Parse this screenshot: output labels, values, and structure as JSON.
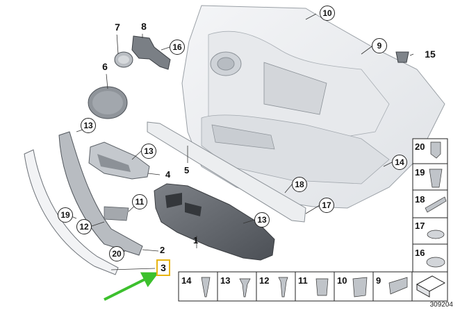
{
  "callouts": {
    "c10": "10",
    "c9": "9",
    "c15": "15",
    "c7": "7",
    "c8": "8",
    "c16": "16",
    "c6": "6",
    "c13a": "13",
    "c13b": "13",
    "c13c": "13",
    "c14": "14",
    "c18": "18",
    "c17": "17",
    "c11": "11",
    "c19": "19",
    "c12": "12",
    "c20": "20"
  },
  "plain_labels": {
    "l4": "4",
    "l5": "5",
    "l1": "1",
    "l2": "2"
  },
  "selected_part": "3",
  "side_panel": [
    "20",
    "19",
    "18",
    "17",
    "16"
  ],
  "bottom_panel": [
    "14",
    "13",
    "12",
    "11",
    "10",
    "9"
  ],
  "diagram_id": "309204",
  "colors": {
    "highlight": "#e8b512",
    "arrow": "#3cc02d"
  }
}
